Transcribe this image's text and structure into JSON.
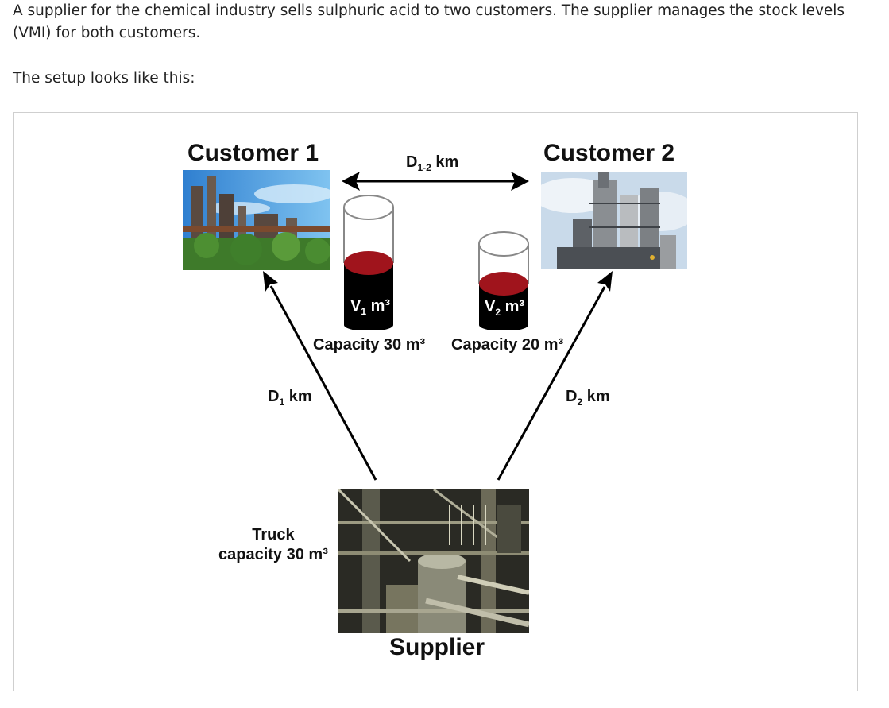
{
  "intro": {
    "paragraph_1": "A supplier for the chemical industry sells sulphuric acid to two customers. The supplier manages the stock levels (VMI) for both customers.",
    "paragraph_2": "The setup looks like this:"
  },
  "diagram": {
    "customer_1": {
      "title": "Customer 1",
      "tank_label_base": "V",
      "tank_label_sub": "1",
      "tank_label_unit": " m³",
      "capacity": "Capacity 30 m³",
      "fill_level": 0.55
    },
    "customer_2": {
      "title": "Customer 2",
      "tank_label_base": "V",
      "tank_label_sub": "2",
      "tank_label_unit": " m³",
      "capacity": "Capacity 20 m³",
      "fill_level": 0.5
    },
    "distance_1_2": {
      "base": "D",
      "sub": "1-2",
      "unit": " km"
    },
    "distance_1": {
      "base": "D",
      "sub": "1",
      "unit": " km"
    },
    "distance_2": {
      "base": "D",
      "sub": "2",
      "unit": " km"
    },
    "truck": {
      "line1": "Truck",
      "line2": "capacity 30 m³"
    },
    "supplier": {
      "title": "Supplier"
    },
    "colors": {
      "acid": "#a0141c",
      "tank_base": "#000000"
    }
  }
}
